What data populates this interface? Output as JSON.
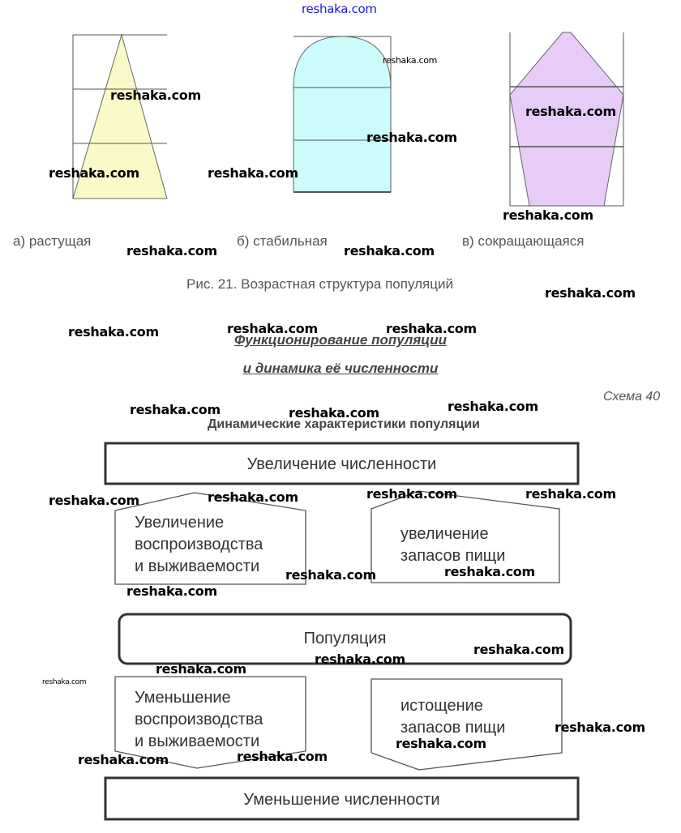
{
  "figure": {
    "captions": [
      "а) растущая",
      "б) стабильная",
      "в) сокращающаяся"
    ],
    "title": "Рис. 21. Возрастная структура популяций",
    "colors": {
      "growing": "#fafac8",
      "stable": "#ccfbfc",
      "declining": "#e6ccf6"
    }
  },
  "section": {
    "title_line1": "Функционирование популяции",
    "title_line2": "и динамика её численности",
    "scheme_label": "Схема 40",
    "scheme_title": "Динамические характеристики популяции"
  },
  "diagram": {
    "increase": "Увеличение численности",
    "increase_left": [
      "Увеличение",
      "воспроизводства",
      "и выживаемости"
    ],
    "increase_right": [
      "увеличение",
      "запасов пищи"
    ],
    "population": "Популяция",
    "decrease_left": [
      "Уменьшение",
      "воспроизводства",
      "и выживаемости"
    ],
    "decrease_right": [
      "истощение",
      "запасов пищи"
    ],
    "decrease": "Уменьшение численности"
  },
  "watermark": "reshaka.com"
}
